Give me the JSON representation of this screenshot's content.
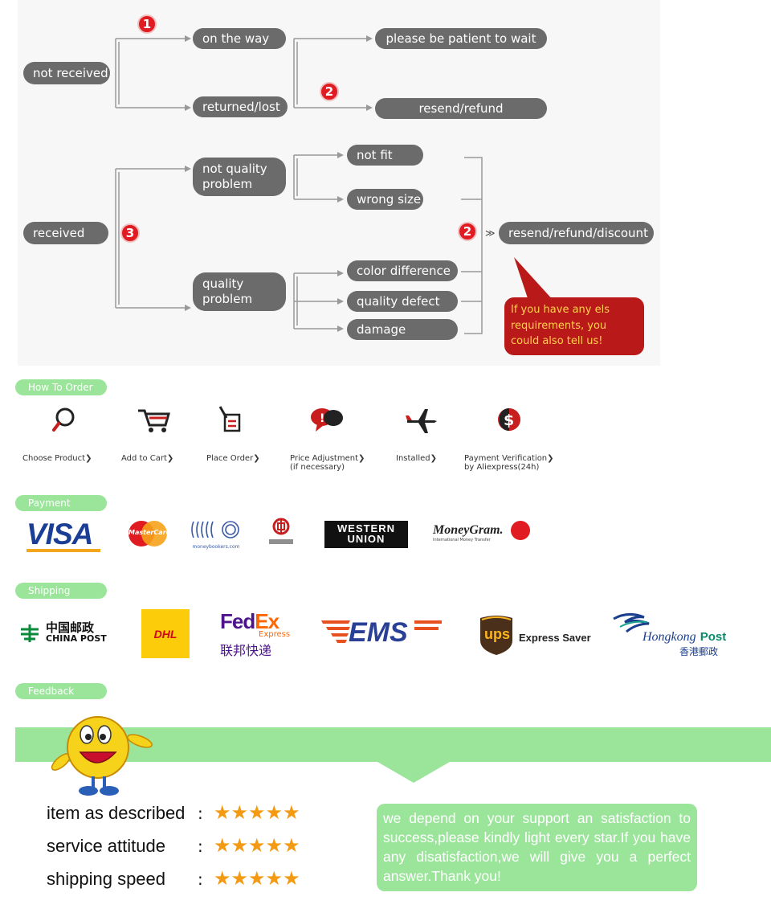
{
  "flow": {
    "not_received": "not received",
    "on_the_way": "on the way",
    "please_wait": "please be patient to wait",
    "returned_lost": "returned/lost",
    "resend_refund": "resend/refund",
    "received": "received",
    "not_quality_problem": "not quality problem",
    "quality_problem": "quality problem",
    "not_fit": "not fit",
    "wrong_size": "wrong size",
    "color_difference": "color difference",
    "quality_defect": "quality defect",
    "damage": "damage",
    "resend_refund_discount": "resend/refund/discount",
    "badge_1": "1",
    "badge_2a": "2",
    "badge_3": "3",
    "badge_2b": "2",
    "bubble_text": "If you have any els requirements, you could also tell us!"
  },
  "how_to_order": {
    "header": "How To Order",
    "steps": [
      {
        "label": "Choose Product",
        "icon": "magnifier-icon"
      },
      {
        "label": "Add to Cart",
        "icon": "cart-icon"
      },
      {
        "label": "Place Order",
        "icon": "order-icon"
      },
      {
        "label": "Price Adjustment",
        "sub": "(if necessary)",
        "icon": "chat-icon"
      },
      {
        "label": "Installed",
        "icon": "airplane-icon"
      },
      {
        "label": "Payment Verification",
        "sub": "by Aliexpress(24h)",
        "icon": "dollar-globe-icon"
      }
    ],
    "chevron": "❯"
  },
  "payment": {
    "header": "Payment",
    "logos": {
      "visa": "VISA",
      "mastercard": "MasterCard",
      "moneybookers": "moneybookers.com",
      "western_union_1": "WESTERN",
      "western_union_2": "UNION",
      "moneygram": "MoneyGram.",
      "moneygram_sub": "International Money Transfer"
    }
  },
  "shipping": {
    "header": "Shipping",
    "logos": {
      "china_post_cn": "中国邮政",
      "china_post_en": "CHINA POST",
      "dhl": "DHL",
      "fedex_fed": "Fed",
      "fedex_ex": "Ex",
      "fedex_express": "Express",
      "fedex_cn": "联邦快递",
      "ems": "EMS",
      "ups": "ups",
      "ups_express": "Express Saver",
      "hk_post": "Hongkong",
      "hk_post_post": "Post",
      "hk_post_cn": "香港郵政"
    }
  },
  "feedback": {
    "header": "Feedback",
    "ratings": [
      {
        "label": "item as described",
        "colon": ":",
        "stars": "★★★★★"
      },
      {
        "label": "service attitude",
        "colon": ":",
        "stars": "★★★★★"
      },
      {
        "label": "shipping speed",
        "colon": ":",
        "stars": "★★★★★"
      }
    ],
    "note": "we depend on your support an satisfaction to success,please kindly light every star.If you have any disatisfaction,we will give you a perfect answer.Thank you!"
  },
  "colors": {
    "pill": "#6b6b6b",
    "badge": "#e01b22",
    "bubble": "#b91919",
    "bubble_text": "#ffd24a",
    "green": "#9be59b",
    "star": "#f39a12"
  }
}
